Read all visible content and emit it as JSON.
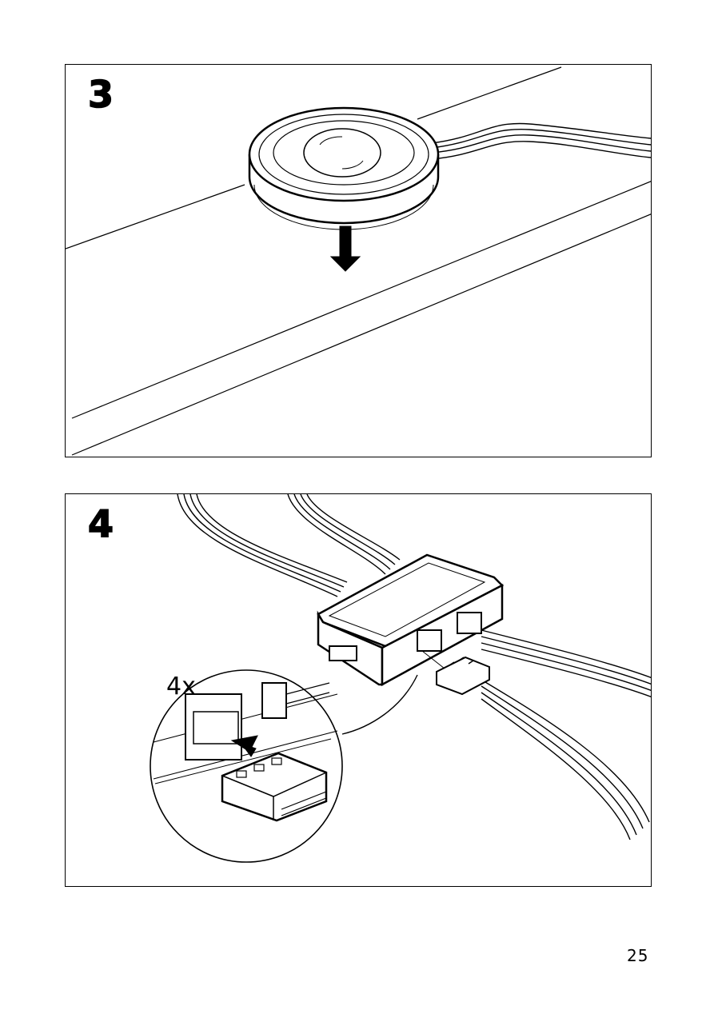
{
  "steps": [
    {
      "number": "3"
    },
    {
      "number": "4",
      "multiplier": "4x"
    }
  ],
  "page": {
    "number": "25"
  },
  "icons": [
    "down-arrow-icon",
    "push-arrow-icon"
  ]
}
